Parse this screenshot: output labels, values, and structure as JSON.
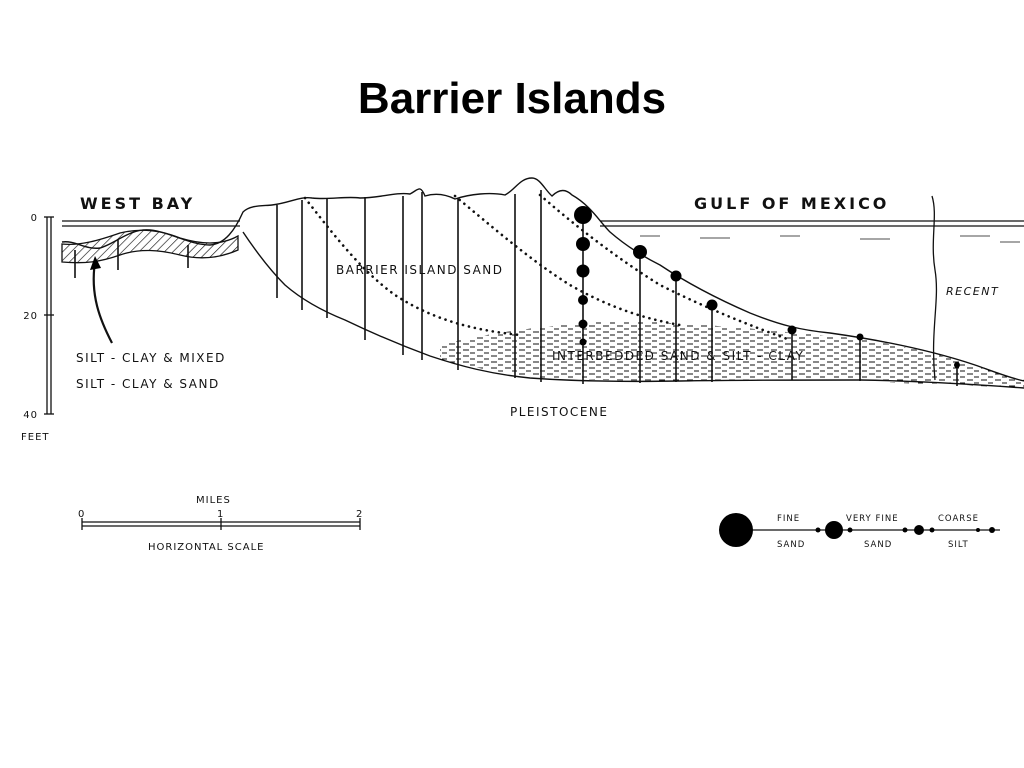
{
  "slide": {
    "title": "Barrier Islands"
  },
  "diagram": {
    "labels": {
      "west_bay": "WEST BAY",
      "gulf": "GULF OF MEXICO",
      "barrier_sand": "BARRIER ISLAND SAND",
      "interbedded": "INTERBEDDED SAND & SILT - CLAY",
      "pleistocene": "PLEISTOCENE",
      "recent": "RECENT",
      "silt_mixed": "SILT - CLAY & MIXED",
      "silt_sand": "SILT - CLAY & SAND"
    },
    "depth_scale": {
      "unit": "FEET",
      "ticks": [
        "0",
        "20",
        "40"
      ]
    },
    "horizontal_scale": {
      "unit": "MILES",
      "caption": "HORIZONTAL SCALE",
      "ticks": [
        "0",
        "1",
        "2"
      ]
    },
    "legend": {
      "top": [
        "FINE",
        "VERY FINE",
        "COARSE"
      ],
      "bottom": [
        "SAND",
        "SAND",
        "SILT"
      ]
    }
  }
}
